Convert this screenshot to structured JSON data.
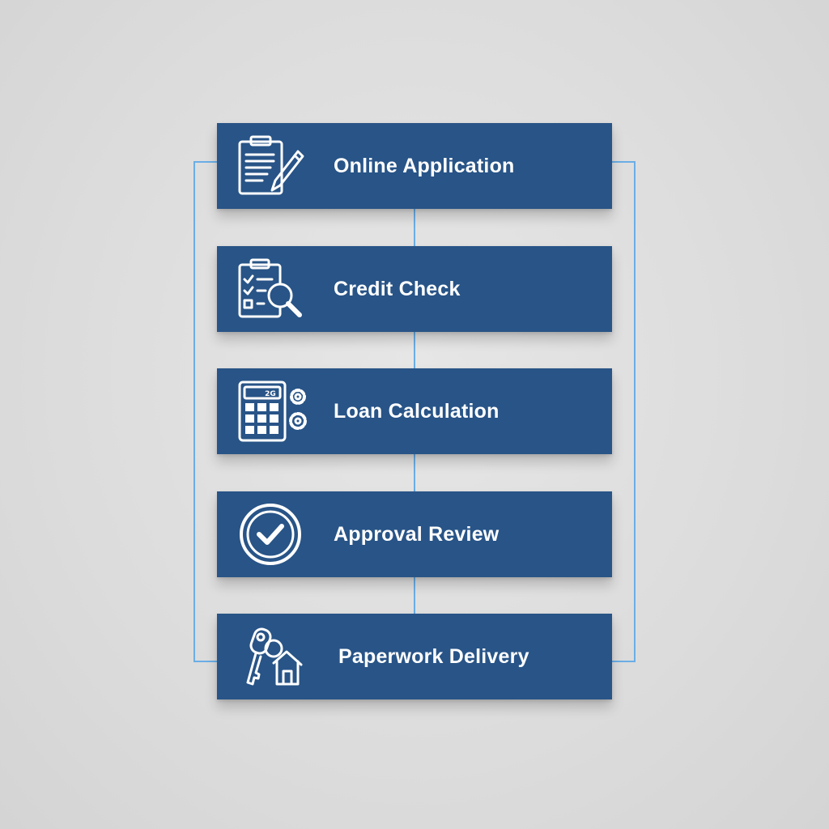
{
  "colors": {
    "background": "#dcdcdc",
    "box": "#285487",
    "text": "#ffffff",
    "connector": "#6aaee6"
  },
  "steps": [
    {
      "label": "Online Application",
      "icon": "clipboard-pen-icon"
    },
    {
      "label": "Credit Check",
      "icon": "checklist-magnifier-icon"
    },
    {
      "label": "Loan Calculation",
      "icon": "calculator-gears-icon"
    },
    {
      "label": "Approval Review",
      "icon": "checkmark-circle-icon"
    },
    {
      "label": "Paperwork Delivery",
      "icon": "keys-house-icon"
    }
  ],
  "calculator_display": "2G"
}
